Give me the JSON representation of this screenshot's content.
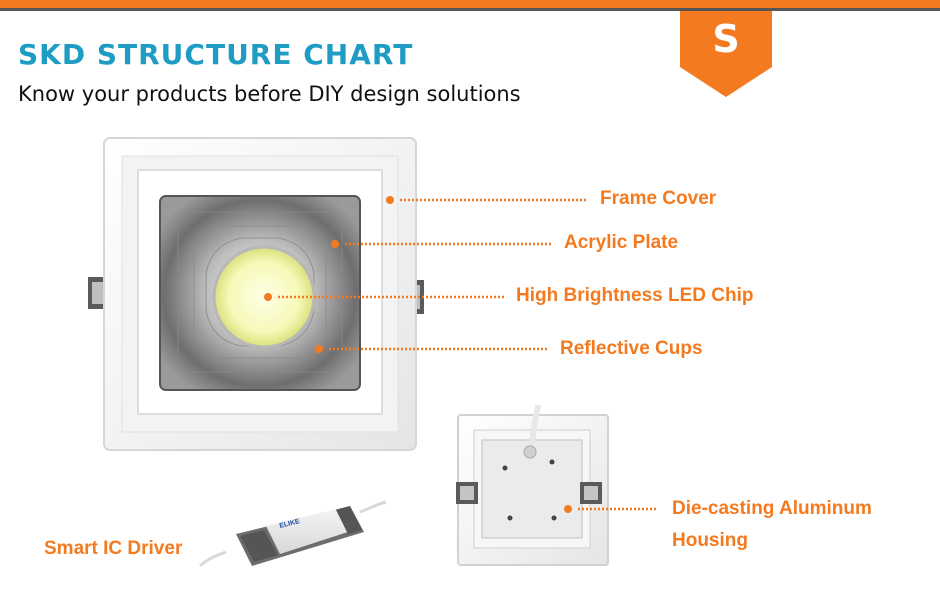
{
  "header": {
    "title": "SKD STRUCTURE CHART",
    "subtitle": "Know your products before DIY design solutions",
    "badge_letter": "S"
  },
  "colors": {
    "accent": "#f47a20",
    "title": "#1f9cc4",
    "text": "#111111"
  },
  "labels": {
    "frame_cover": "Frame Cover",
    "acrylic_plate": "Acrylic Plate",
    "led_chip": "High Brightness LED Chip",
    "reflective_cups": "Reflective Cups",
    "housing_line1": "Die-casting Aluminum",
    "housing_line2": "Housing",
    "driver": "Smart IC Driver"
  },
  "driver_brand": "ELIKE"
}
